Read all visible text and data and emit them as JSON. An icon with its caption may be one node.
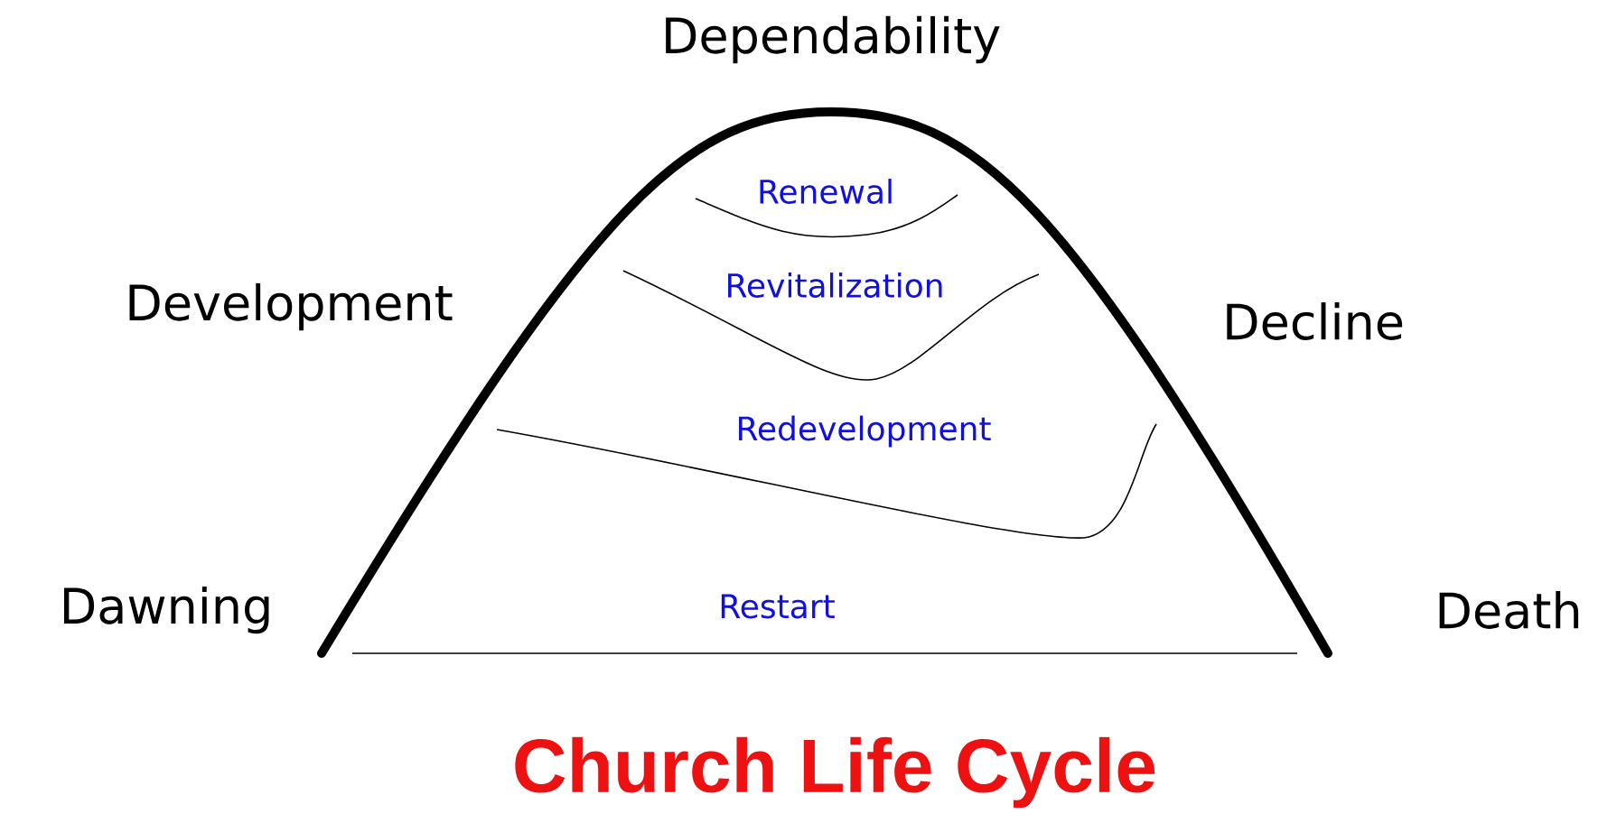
{
  "diagram": {
    "title": "Church Life Cycle",
    "labels": [
      "Dependability",
      "Renewal",
      "Development",
      "Revitalization",
      "Decline",
      "Redevelopment",
      "Dawning",
      "Restart",
      "Death"
    ]
  }
}
